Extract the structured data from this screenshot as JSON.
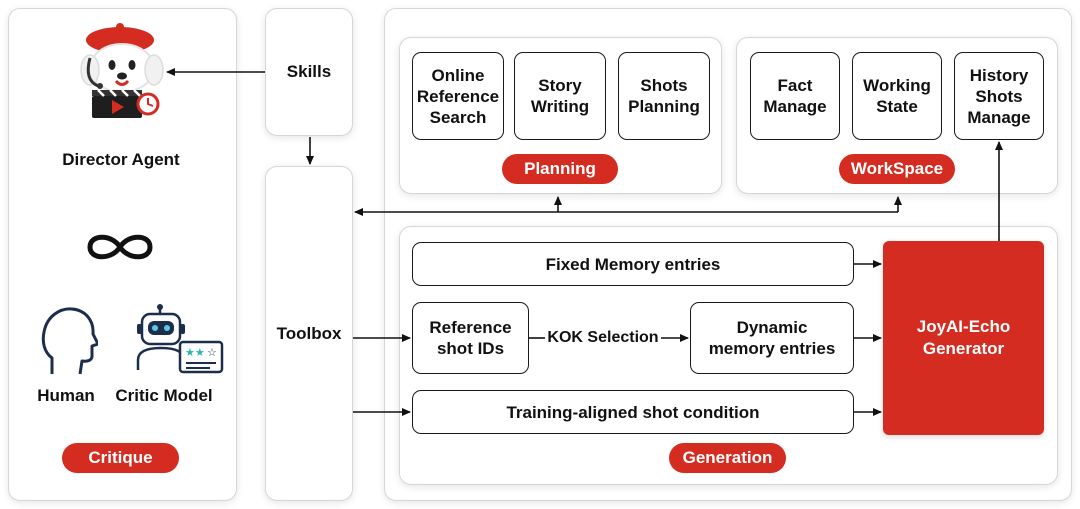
{
  "colors": {
    "accent": "#d42c20",
    "box_border": "#1a1a1a",
    "panel_border": "#d6d6d6"
  },
  "critique": {
    "agent_label": "Director Agent",
    "human_label": "Human",
    "critic_label": "Critic Model",
    "pill": "Critique",
    "icons": [
      "director-mascot-icon",
      "infinity-icon",
      "human-head-icon",
      "robot-critic-icon"
    ]
  },
  "skills": {
    "label": "Skills"
  },
  "toolbox": {
    "label": "Toolbox"
  },
  "planning": {
    "pill": "Planning",
    "items": [
      "Online\nReference\nSearch",
      "Story\nWriting",
      "Shots\nPlanning"
    ]
  },
  "workspace": {
    "pill": "WorkSpace",
    "items": [
      "Fact\nManage",
      "Working\nState",
      "History\nShots\nManage"
    ]
  },
  "generation": {
    "pill": "Generation",
    "fixed_memory": "Fixed Memory entries",
    "reference_ids": "Reference\nshot IDs",
    "kok_selection": "KOK Selection",
    "dynamic_memory": "Dynamic\nmemory entries",
    "training_condition": "Training-aligned shot condition",
    "generator": "JoyAI-Echo\nGenerator"
  }
}
